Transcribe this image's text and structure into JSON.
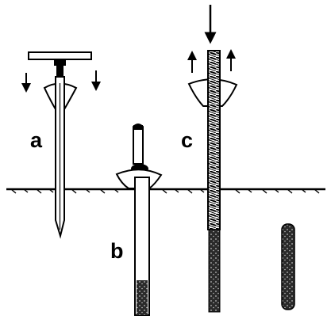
{
  "labels": {
    "a": "a",
    "b": "b",
    "c": "c"
  },
  "colors": {
    "ink": "#000000",
    "paper": "#ffffff",
    "core_sample": "#3a3a3a"
  }
}
